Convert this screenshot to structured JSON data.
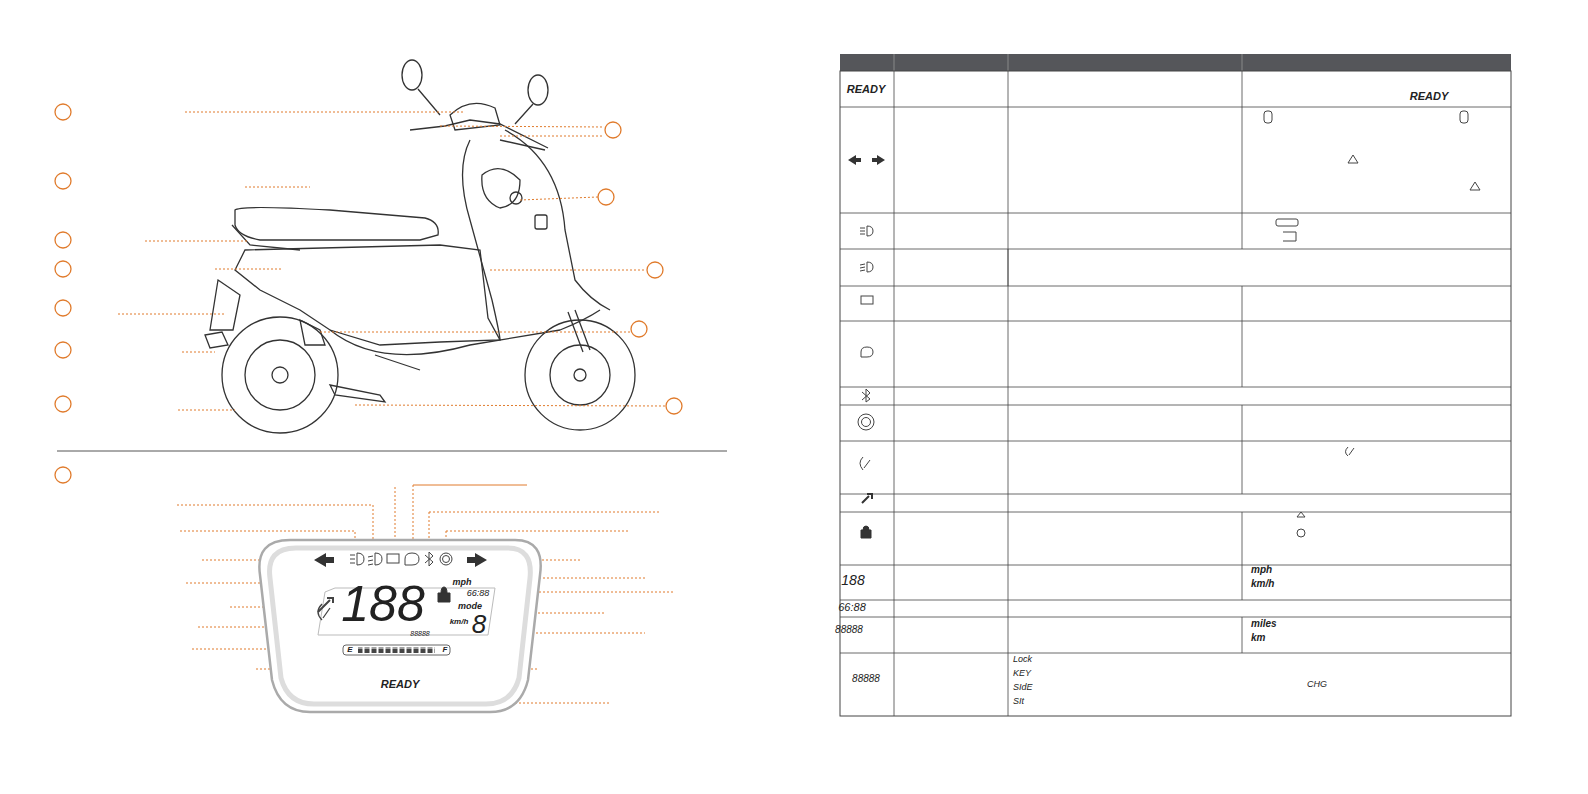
{
  "diagram": {
    "labels": [
      "READY",
      "READY",
      "188",
      "mph",
      "km/h",
      "66:88",
      "88888",
      "miles",
      "km",
      "88888",
      "Lock",
      "KEY",
      "SIdE",
      "SIt",
      "CHG",
      "188",
      "mph",
      "km/h",
      "66:88",
      "mode",
      "8",
      "88888",
      "E",
      "F",
      "READY"
    ]
  }
}
